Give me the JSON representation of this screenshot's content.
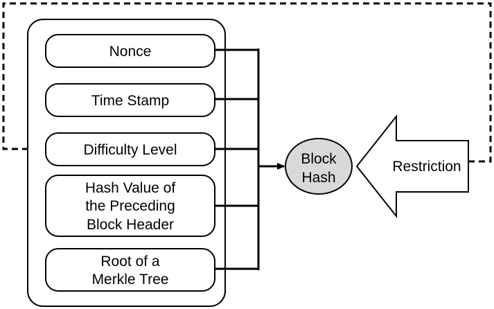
{
  "header_fields": {
    "nonce": "Nonce",
    "time_stamp": "Time Stamp",
    "difficulty_level": "Difficulty Level",
    "prev_hash": [
      "Hash Value of",
      "the Preceding",
      "Block Header"
    ],
    "merkle_root": [
      "Root of a",
      "Merkle Tree"
    ]
  },
  "block_hash": [
    "Block",
    "Hash"
  ],
  "restriction": "Restriction",
  "colors": {
    "stroke": "#000000",
    "block_hash_fill": "#d9d9d9",
    "background": "#ffffff"
  }
}
